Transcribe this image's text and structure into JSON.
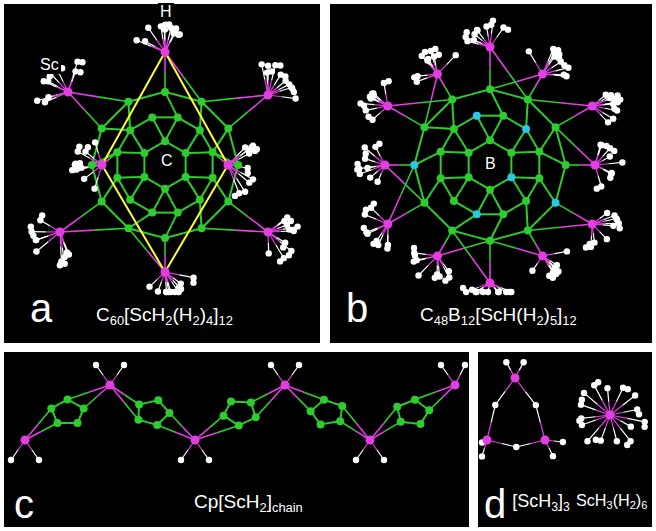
{
  "diagram": {
    "nodes": [
      {
        "text": [
          "a",
          "C60[ScH2(H2)4]12"
        ]
      },
      {
        "text": [
          "b",
          "C48B12[ScH(H2)5]12"
        ]
      },
      {
        "text": [
          "c",
          "Cp[ScH2]chain"
        ]
      },
      {
        "text": [
          "d",
          "[ScH3]3",
          "ScH3(H2)6"
        ]
      }
    ],
    "labels": [
      "H",
      "Sc",
      "C",
      "B"
    ]
  }
}
